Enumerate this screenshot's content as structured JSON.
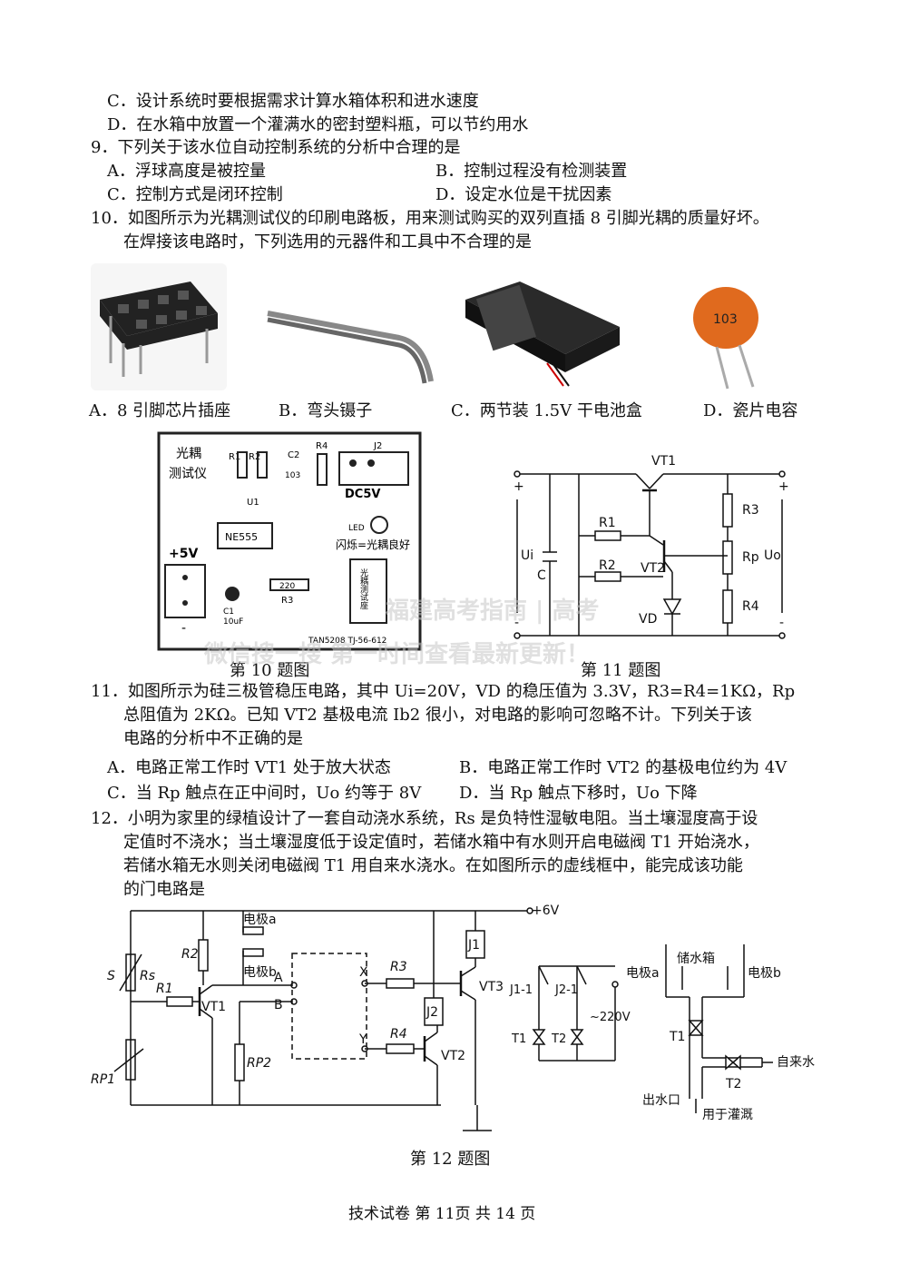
{
  "lines": [
    "C．设计系统时要根据需求计算水箱体积和进水速度",
    "D．在水箱中放置一个灌满水的密封塑料瓶，可以节约用水",
    "9．下列关于该水位自动控制系统的分析中合理的是",
    "10．如图所示为光耦测试仪的印刷电路板，用来测试购买的双列直插 8 引脚光耦的质量好坏。",
    "在焊接该电路时，下列选用的元器件和工具中不合理的是",
    "11．如图所示为硅三极管稳压电路，其中 Ui=20V，VD 的稳压值为 3.3V，R3=R4=1KΩ，Rp",
    "总阻值为 2KΩ。已知 VT2 基极电流 Ib2 很小，对电路的影响可忽略不计。下列关于该",
    "电路的分析中不正确的是",
    "12．小明为家里的绿植设计了一套自动浇水系统，Rs 是负特性湿敏电阻。当土壤湿度高于设",
    "定值时不浇水；当土壤湿度低于设定值时，若储水箱中有水则开启电磁阀 T1 开始浇水，",
    "若储水箱无水则关闭电磁阀 T1 用自来水浇水。在如图所示的虚线框中，能完成该功能",
    "的门电路是"
  ],
  "q9": {
    "a": "A．浮球高度是被控量",
    "b": "B．控制过程没有检测装置",
    "c": "C．控制方式是闭环控制",
    "d": "D．设定水位是干扰因素"
  },
  "q10_options": {
    "a": "A．8 引脚芯片插座",
    "b": "B．弯头镊子",
    "c": "C．两节装 1.5V 干电池盒",
    "d": "D．瓷片电容"
  },
  "q11": {
    "a": "A．电路正常工作时 VT1 处于放大状态",
    "b": "B．电路正常工作时 VT2 的基极电位约为 4V",
    "c": "C．当 Rp 触点在正中间时，Uo 约等于 8V",
    "d": "D．当 Rp 触点下移时，Uo 下降"
  },
  "captions": {
    "fig10": "第 10 题图",
    "fig11": "第 11 题图",
    "fig12": "第 12 题图"
  },
  "pcb": {
    "title1": "光耦",
    "title2": "测试仪",
    "r1": "R1",
    "r2": "R2",
    "c2": "C2",
    "c2v": "103",
    "r4": "R4",
    "j2": "J2",
    "dc5v": "DC5V",
    "u1": "U1",
    "ne555": "NE555",
    "led": "LED",
    "note": "闪烁=光耦良好",
    "p5v": "+5V",
    "minus": "-",
    "c1": "C1",
    "c1v": "10uF",
    "r3v": "220",
    "r3": "R3",
    "socket": "光耦测试座",
    "code": "TAN5208   TJ-56-612"
  },
  "fig11": {
    "vt1": "VT1",
    "vt2": "VT2",
    "r1": "R1",
    "r2": "R2",
    "r3": "R3",
    "rp": "Rp",
    "r4": "R4",
    "vd": "VD",
    "c": "C",
    "ui": "Ui",
    "uo": "Uo",
    "plus": "+",
    "minus": "-"
  },
  "fig12": {
    "v6": "+6V",
    "ea": "电极a",
    "eb": "电极b",
    "s": "S",
    "rs": "Rs",
    "r1": "R1",
    "r2": "R2",
    "vt1": "VT1",
    "a": "A",
    "b": "B",
    "x": "X",
    "y": "Y",
    "r3": "R3",
    "r4": "R4",
    "j1": "J1",
    "j2": "J2",
    "vt3": "VT3",
    "vt2": "VT2",
    "rp1": "RP1",
    "rp2": "RP2",
    "j11": "J1-1",
    "j21": "J2-1",
    "ac": "~220V",
    "t1": "T1",
    "t2": "T2",
    "tank": "储水箱",
    "tap": "自来水",
    "outlet": "出水口",
    "irr": "用于灌溉"
  },
  "capacitor_mark": "103",
  "watermark1": "福建高考指南 | 高考",
  "watermark2": "微信搜一搜 第一时间查看最新更新！",
  "footer": "技术试卷  第 11页  共 14 页"
}
